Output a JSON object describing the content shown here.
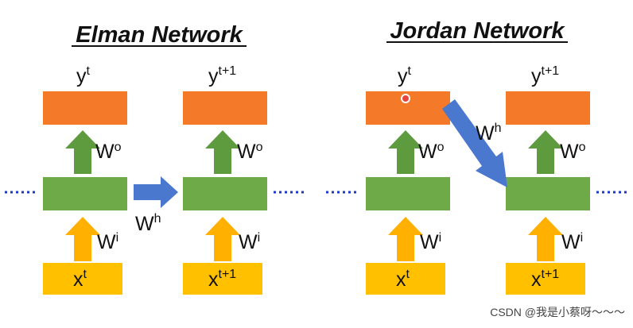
{
  "colors": {
    "output_box": "#F47A2A",
    "hidden_box": "#6EAA48",
    "input_box": "#FFC000",
    "arrow_up_green": "#5E9A3E",
    "arrow_up_orange": "#FFB000",
    "arrow_blue": "#4A78CF",
    "dots": "#1F39C8"
  },
  "elman": {
    "title": "Elman Network",
    "y_t": {
      "base": "y",
      "sup": "t"
    },
    "y_t1": {
      "base": "y",
      "sup": "t+1"
    },
    "w_o_left": {
      "base": "W",
      "sup": "o"
    },
    "w_o_right": {
      "base": "W",
      "sup": "o"
    },
    "w_h": {
      "base": "W",
      "sup": "h"
    },
    "w_i_left": {
      "base": "W",
      "sup": "i"
    },
    "w_i_right": {
      "base": "W",
      "sup": "i"
    },
    "x_t": {
      "base": "x",
      "sup": "t"
    },
    "x_t1": {
      "base": "x",
      "sup": "t+1"
    }
  },
  "jordan": {
    "title": "Jordan Network",
    "y_t": {
      "base": "y",
      "sup": "t"
    },
    "y_t1": {
      "base": "y",
      "sup": "t+1"
    },
    "w_o_left": {
      "base": "W",
      "sup": "o"
    },
    "w_o_right": {
      "base": "W",
      "sup": "o"
    },
    "w_h": {
      "base": "W",
      "sup": "h"
    },
    "w_i_left": {
      "base": "W",
      "sup": "i"
    },
    "w_i_right": {
      "base": "W",
      "sup": "i"
    },
    "x_t": {
      "base": "x",
      "sup": "t"
    },
    "x_t1": {
      "base": "x",
      "sup": "t+1"
    }
  },
  "watermark": "CSDN @我是小蔡呀～～～"
}
